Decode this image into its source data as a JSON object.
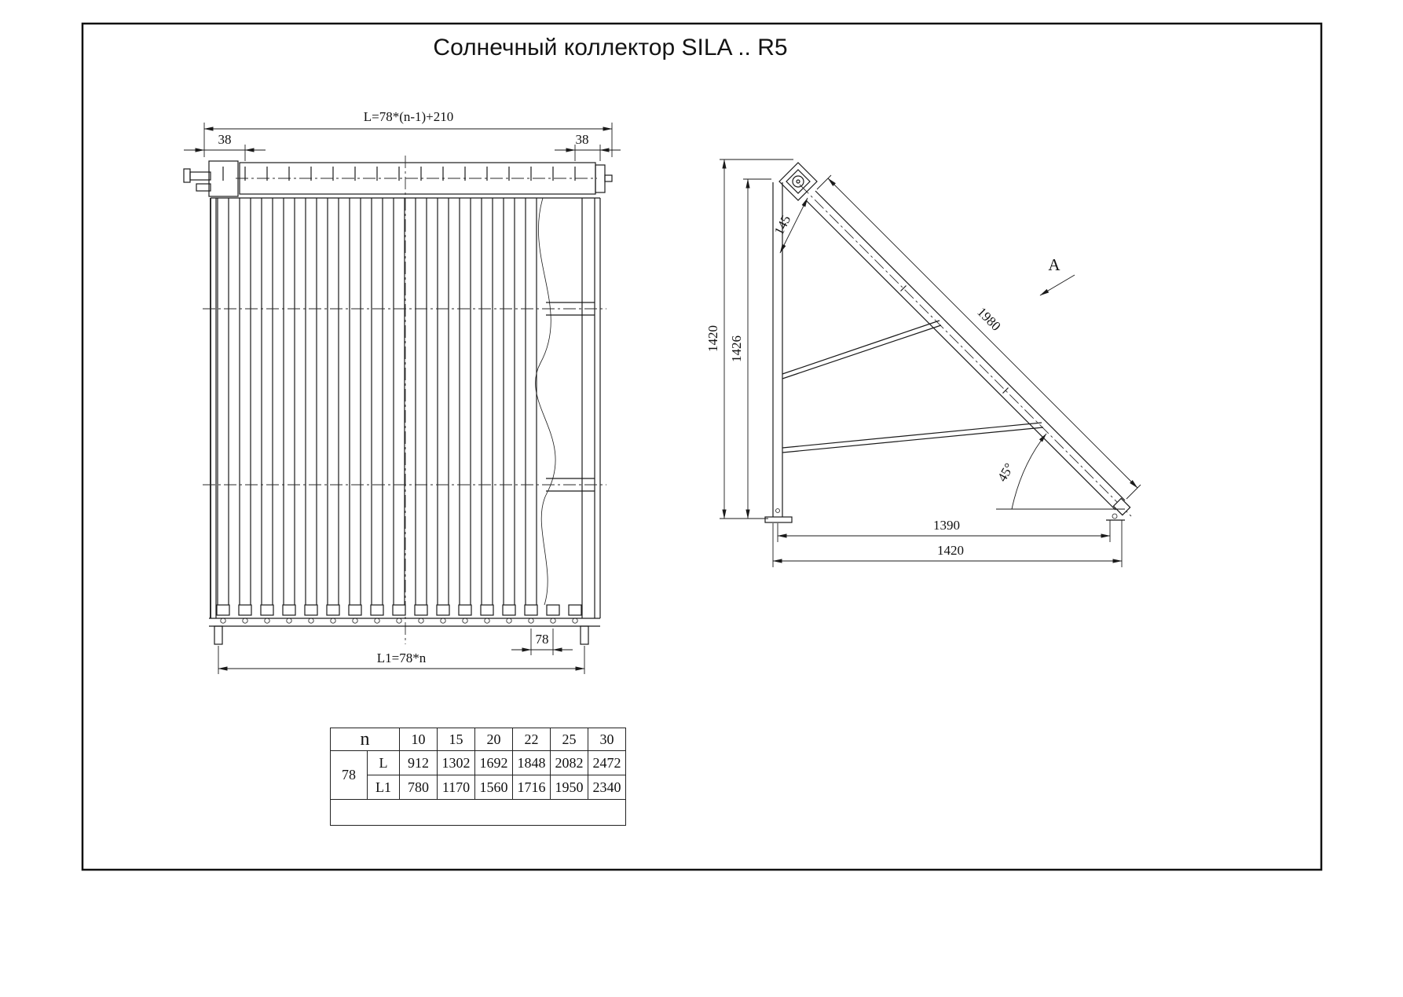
{
  "title": "Солнечный коллектор SILA .. R5",
  "front_view": {
    "dim_length_top": "L=78*(n-1)+210",
    "dim_offset_left": "38",
    "dim_offset_right": "38",
    "dim_tube_pitch": "78",
    "dim_length_bottom": "L1=78*n"
  },
  "side_view": {
    "dim_height_overall": "1420",
    "dim_height_frame": "1426",
    "dim_bracket": "145",
    "dim_slope_length": "1980",
    "dim_angle": "45°",
    "dim_base_inner": "1390",
    "dim_base_overall": "1420",
    "view_label": "A"
  },
  "table": {
    "corner_label": "n",
    "row_group_label": "78",
    "columns": [
      "10",
      "15",
      "20",
      "22",
      "25",
      "30"
    ],
    "rows": [
      {
        "label": "L",
        "values": [
          "912",
          "1302",
          "1692",
          "1848",
          "2082",
          "2472"
        ]
      },
      {
        "label": "L1",
        "values": [
          "780",
          "1170",
          "1560",
          "1716",
          "1950",
          "2340"
        ]
      }
    ]
  }
}
